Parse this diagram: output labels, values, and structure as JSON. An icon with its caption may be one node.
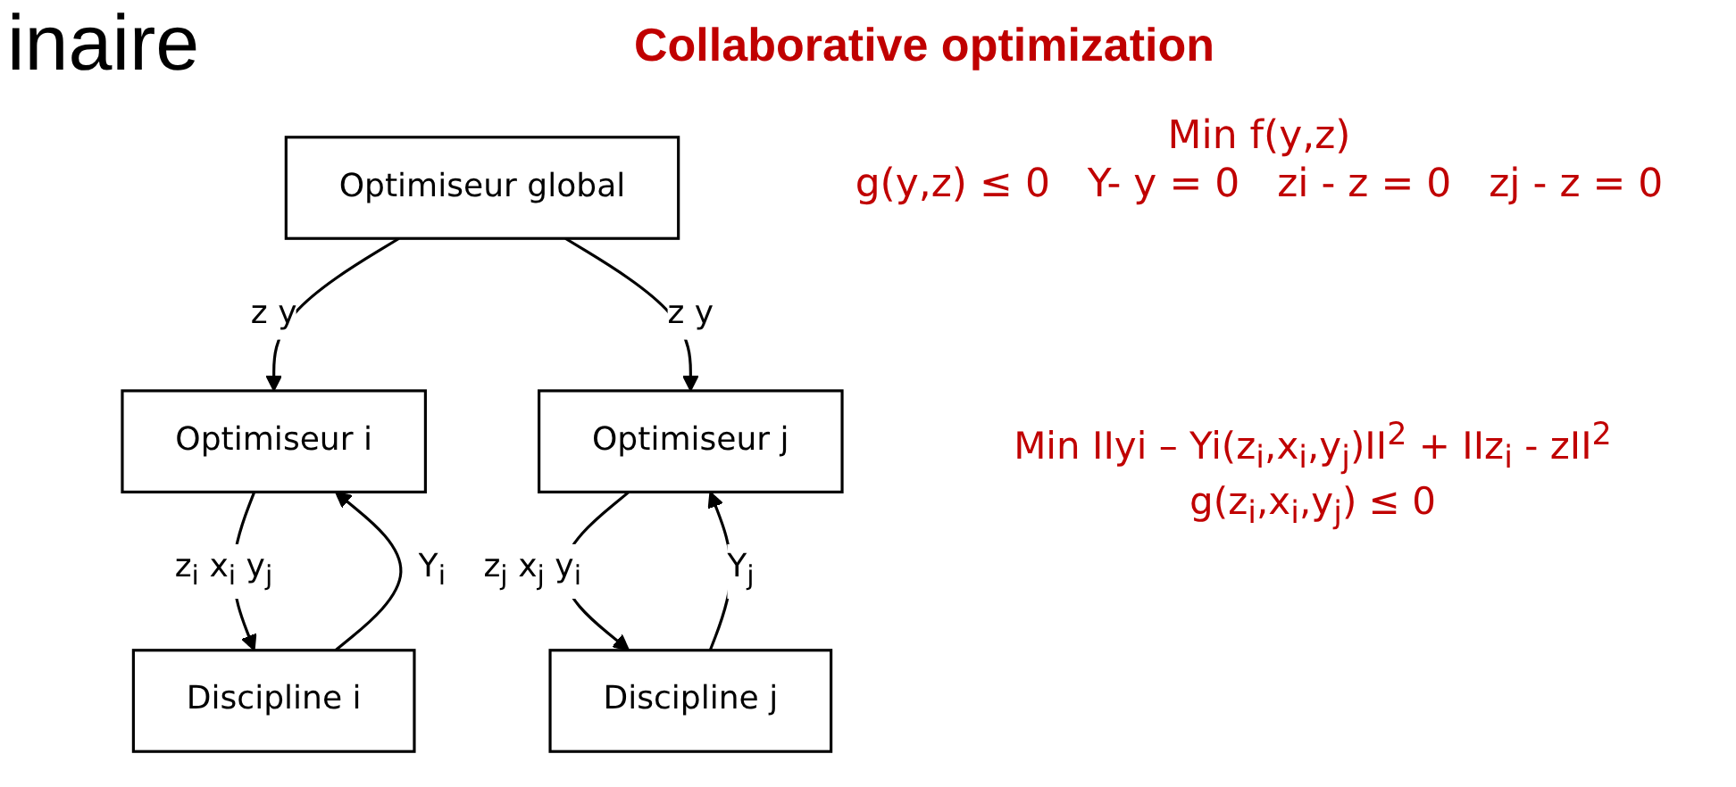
{
  "diagram": {
    "title": "Collaborative optimization",
    "nodes": [
      {
        "text": [
          "Optimiseur global"
        ]
      },
      {
        "text": [
          "Optimiseur i"
        ]
      },
      {
        "text": [
          "Optimiseur j"
        ]
      },
      {
        "text": [
          "Discipline i"
        ]
      },
      {
        "text": [
          "Discipline j"
        ]
      }
    ],
    "edges": [
      {
        "from": 0,
        "to": 1,
        "arrow": "to",
        "label": "z y"
      },
      {
        "from": 0,
        "to": 2,
        "arrow": "to",
        "label": "z y"
      },
      {
        "from": 1,
        "to": 3,
        "arrow": "to",
        "label": "z$_{i}$ x$_{i}$ y$_{j}$"
      },
      {
        "from": 3,
        "to": 1,
        "arrow": "to",
        "label": "Y$_{i}$"
      },
      {
        "from": 2,
        "to": 4,
        "arrow": "to",
        "label": "z$_{j}$ x$_{j}$ y$_{i}$"
      },
      {
        "from": 4,
        "to": 2,
        "arrow": "to",
        "label": "Y$_{j}$"
      }
    ],
    "labels": [
      "inaire",
      "Min f(y,z)",
      "g(y,z) ≤ 0   Y- y = 0   zi - z = 0   zj - z = 0",
      "Min IIyi – Yi(z$_{i}$,x$_{i}$,y$_{j}$)II$^{2}$ + IIz$_{i}$ - zII$^{2}$",
      "g(z$_{i}$,x$_{i}$,y$_{j}$) ≤ 0"
    ]
  }
}
